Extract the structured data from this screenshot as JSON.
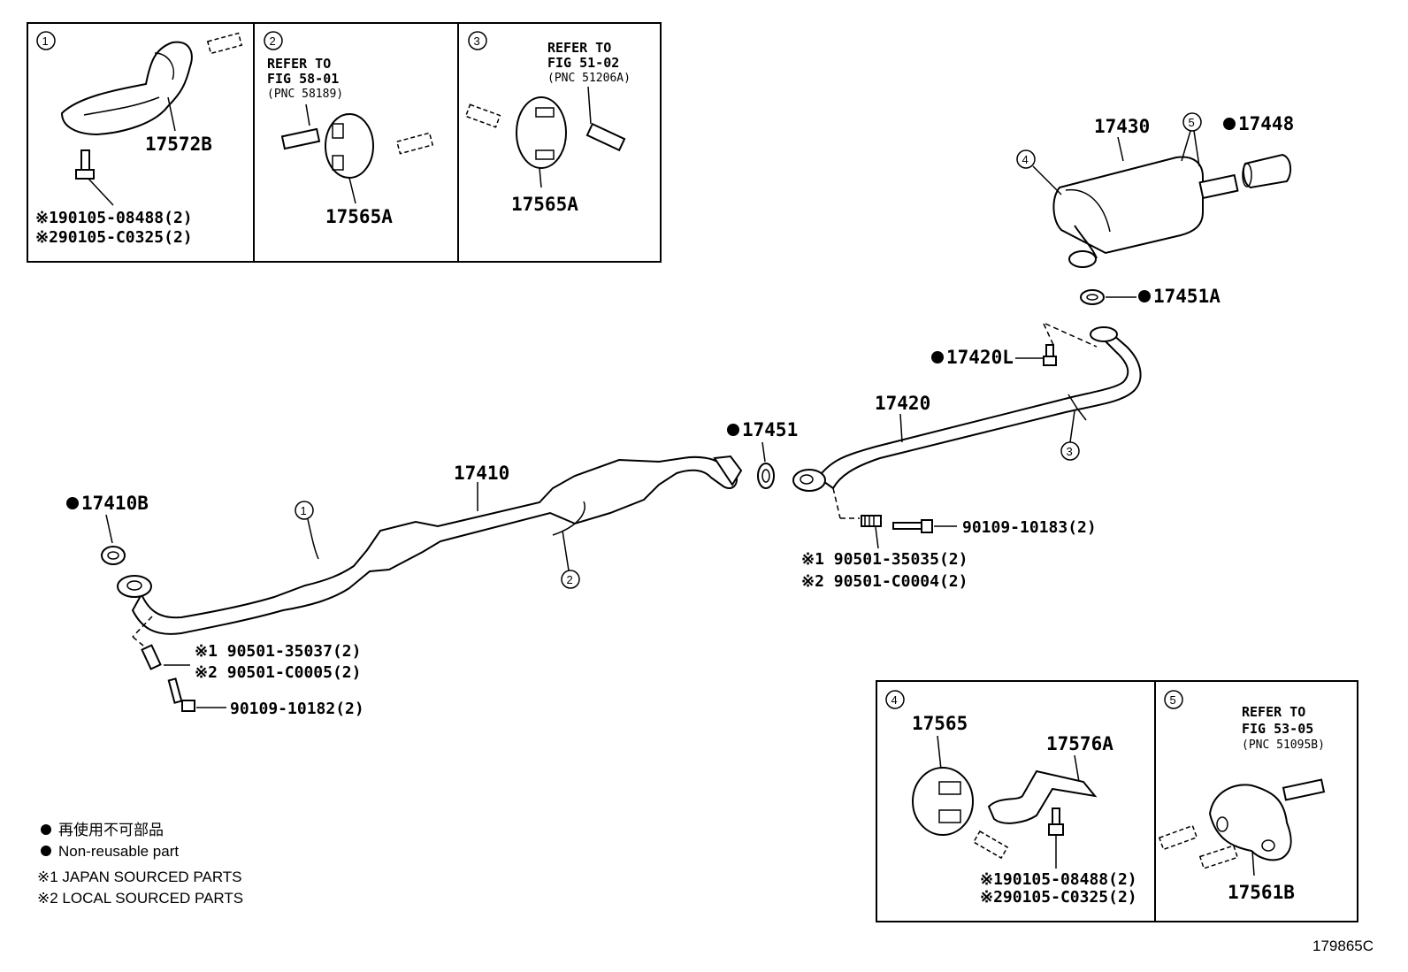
{
  "diagram_id": "179865C",
  "insets": {
    "inset1": {
      "marker": "1",
      "part": "17572B",
      "note1": "※190105-08488(2)",
      "note2": "※290105-C0325(2)"
    },
    "inset2": {
      "marker": "2",
      "ref1": "REFER TO",
      "ref2": "FIG 58-01",
      "ref3": "(PNC 58189)",
      "part": "17565A"
    },
    "inset3": {
      "marker": "3",
      "ref1": "REFER TO",
      "ref2": "FIG 51-02",
      "ref3": "(PNC 51206A)",
      "part": "17565A"
    },
    "inset4": {
      "marker": "4",
      "part1": "17565",
      "part2": "17576A",
      "note1": "※190105-08488(2)",
      "note2": "※290105-C0325(2)"
    },
    "inset5": {
      "marker": "5",
      "ref1": "REFER TO",
      "ref2": "FIG 53-05",
      "ref3": "(PNC 51095B)",
      "part": "17561B"
    }
  },
  "parts": {
    "p17430": "17430",
    "p17448": "17448",
    "p17451A": "17451A",
    "p17420L": "17420L",
    "p17420": "17420",
    "p17451": "17451",
    "p17410": "17410",
    "p17410B": "17410B",
    "bolt_front": "90109-10182(2)",
    "spring_front_1": "※1 90501-35037(2)",
    "spring_front_2": "※2 90501-C0005(2)",
    "bolt_center": "90109-10183(2)",
    "spring_center_1": "※1 90501-35035(2)",
    "spring_center_2": "※2 90501-C0004(2)"
  },
  "callouts": {
    "c1": "1",
    "c2": "2",
    "c3": "3",
    "c4": "4",
    "c5": "5"
  },
  "legend": {
    "jp": "再使用不可部品",
    "nonreusable": "Non-reusable part",
    "japan": "※1 JAPAN SOURCED PARTS",
    "local": "※2 LOCAL SOURCED PARTS"
  }
}
